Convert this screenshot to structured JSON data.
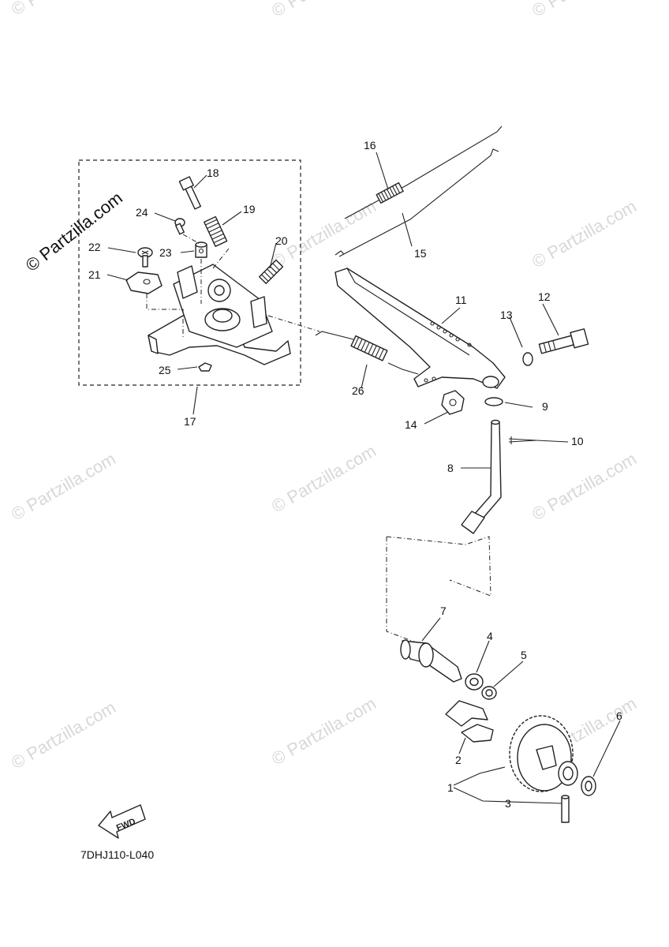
{
  "watermark": {
    "brand": "Partzilla.com",
    "repeat": "© Partzilla.com"
  },
  "diagram_code": "7DHJ110-L040",
  "fwd_label": "FWD",
  "callouts": [
    "1",
    "2",
    "3",
    "4",
    "5",
    "6",
    "7",
    "8",
    "9",
    "10",
    "11",
    "12",
    "13",
    "14",
    "15",
    "16",
    "17",
    "18",
    "19",
    "20",
    "21",
    "22",
    "23",
    "24",
    "25",
    "26"
  ]
}
